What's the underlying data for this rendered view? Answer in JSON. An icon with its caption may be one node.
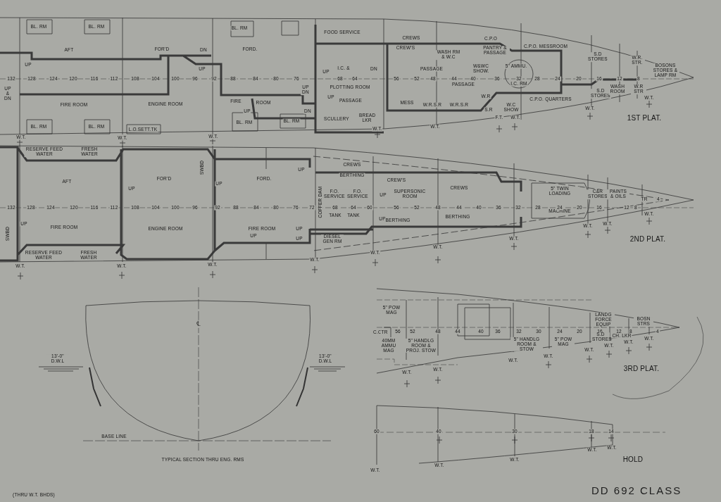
{
  "diagram": {
    "title": "DD 692 CLASS",
    "labels": [
      "BL. RM",
      "BL. RM",
      "BL. RM",
      "FOOD SERVICE",
      "CREWS",
      "C.P.O",
      "AFT",
      "FOR'D",
      "DN",
      "FORD.",
      "CREW'S",
      "WASH RM & W.C",
      "PANTRY & PASSAGE",
      "C.P.O. MESSROOM",
      "S.D STORES",
      "W.R. STR.",
      "BOSONS STORES & LAMP RM",
      "UP",
      "UP",
      "I.C. &",
      "UP",
      "DN",
      "PASSAGE",
      "W&WC SHOW.",
      "5\" AMMU.",
      "132",
      "128",
      "124",
      "120",
      "116",
      "112",
      "108",
      "104",
      "100",
      "96",
      "92",
      "88",
      "84",
      "80",
      "76",
      "68",
      "64",
      "56",
      "52",
      "48",
      "44",
      "40",
      "36",
      "32",
      "28",
      "24",
      "20",
      "16",
      "12",
      "8",
      "UP & DN",
      "UP DN",
      "PLOTTING ROOM",
      "PASSAGE",
      "I.C. RM",
      "UP",
      "PASSAGE",
      "W.R",
      "FIRE",
      "ROOM",
      "FIRE ROOM",
      "ENGINE ROOM",
      "MESS",
      "W.R.S.R",
      "W.R.S.R",
      "C.P.O. QUARTERS",
      "S.D STORES",
      "WASH ROOM",
      "W.R STR",
      "S.R",
      "W.C SHOW",
      "UP",
      "DN",
      "SCULLERY",
      "BREAD LKR",
      "BL. RM",
      "BL. RM",
      "BL. RM",
      "BL. RM",
      "L.O.SETT.TK",
      "F.T.",
      "W.T.",
      "W.T.",
      "W.T.",
      "1ST PLAT.",
      "W.T.",
      "W.T.",
      "W.T.",
      "W.T.",
      "W.T.",
      "RESERVE FEED WATER",
      "FRESH WATER",
      "AFT",
      "FOR'D",
      "SWBD",
      "UP",
      "UP",
      "FORD.",
      "UP",
      "CREWS",
      "BERTHING",
      "CREW'S",
      "SUPERSONIC ROOM",
      "CREWS",
      "5\" TWIN LOADING",
      "MACHINE",
      "C&R STORES",
      "PAINTS & OILS",
      "TR",
      "4",
      "F.O. SERVICE",
      "F.O. SERVICE",
      "COFFER DAM",
      "UP",
      "132",
      "128",
      "124",
      "120",
      "116",
      "112",
      "108",
      "104",
      "100",
      "96",
      "92",
      "88",
      "84",
      "80",
      "76",
      "72",
      "68",
      "64",
      "60",
      "56",
      "52",
      "48",
      "44",
      "40",
      "36",
      "32",
      "28",
      "24",
      "20",
      "16",
      "12",
      "8",
      "TANK",
      "TANK",
      "UP",
      "FIRE ROOM",
      "ENGINE ROOM",
      "FIRE ROOM",
      "UP",
      "UP",
      "UP",
      "DIESEL GEN RM",
      "UP",
      "BERTHING",
      "BERTHING",
      "SWBD",
      "RESERVE FEED WATER",
      "FRESH WATER",
      "W.T.",
      "W.T.",
      "W.T.",
      "W.T.",
      "W.T.",
      "W.T.",
      "W.T.",
      "W.T.",
      "W.T.",
      "W.T.",
      "2ND PLAT.",
      "℄",
      "13'-0\" D.W.L",
      "13'-0\" D.W.L",
      "BASE LINE",
      "TYPICAL SECTION THRU ENG. RMS",
      "5\" POW MAG",
      "C.C",
      "TR",
      "56",
      "52",
      "48",
      "44",
      "40",
      "36",
      "32",
      "30",
      "24",
      "20",
      "16",
      "12",
      "8",
      "4",
      "40MM AMMU MAG",
      "5\" HANDLG ROOM & PROJ. STOW",
      "5\" HANDLG ROOM & STOW",
      "5\" POW MAG",
      "LANDG FORCE EQUIP",
      "S.D STORES",
      "CH. LKR",
      "BOSN STRS",
      "W.T.",
      "W.T.",
      "W.T.",
      "W.T.",
      "W.T.",
      "W.T.",
      "W.T.",
      "W.T.",
      "3RD PLAT.",
      "60",
      "40",
      "30",
      "18",
      "14",
      "W.T.",
      "W.T.",
      "W.T.",
      "W.T.",
      "W.T.",
      "HOLD",
      "(THRU W.T. BHDS)"
    ]
  }
}
